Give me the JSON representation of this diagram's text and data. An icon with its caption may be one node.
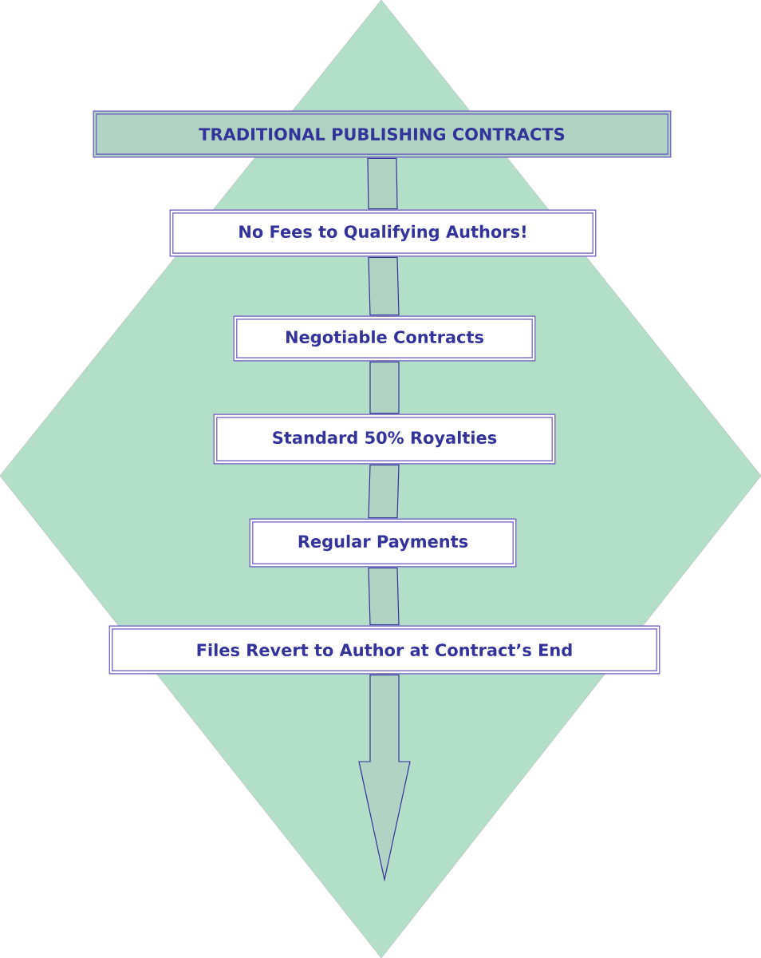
{
  "diagram": {
    "nodes": [
      {
        "text": [
          "TRADITIONAL PUBLISHING CONTRACTS"
        ]
      },
      {
        "text": [
          "No Fees to Qualifying Authors!"
        ]
      },
      {
        "text": [
          "Negotiable Contracts"
        ]
      },
      {
        "text": [
          "Standard 50% Royalties"
        ]
      },
      {
        "text": [
          "Regular Payments"
        ]
      },
      {
        "text": [
          "Files Revert to Author at Contract’s End"
        ]
      }
    ],
    "edges": [
      {
        "from": 0,
        "to": 1,
        "arrow": "none"
      },
      {
        "from": 1,
        "to": 2,
        "arrow": "none"
      },
      {
        "from": 2,
        "to": 3,
        "arrow": "none"
      },
      {
        "from": 3,
        "to": 4,
        "arrow": "none"
      },
      {
        "from": 4,
        "to": 5,
        "arrow": "none"
      },
      {
        "from": 5,
        "to": null,
        "arrow": "to"
      }
    ]
  }
}
